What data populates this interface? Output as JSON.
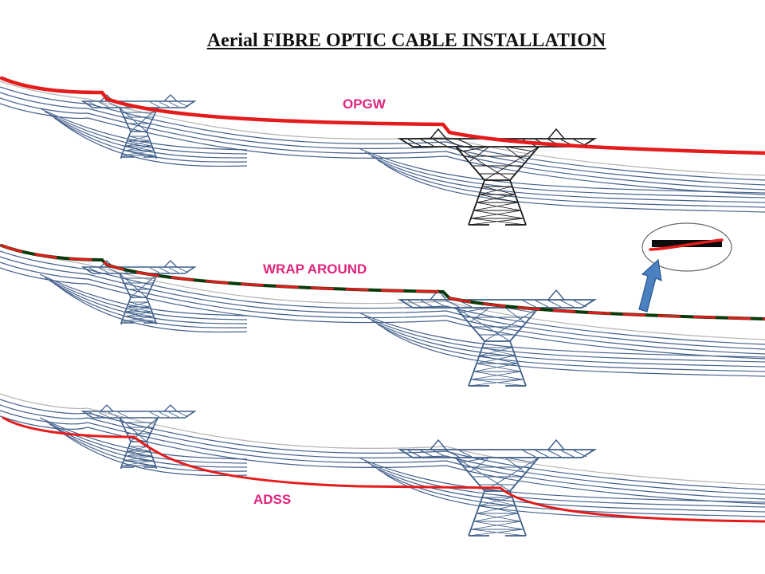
{
  "title": "Aerial FIBRE OPTIC CABLE INSTALLATION",
  "colors": {
    "tower": "#3f5f8a",
    "tower_dark": "#1a1a1a",
    "conductor": "#45618c",
    "fibre": "#e51c1c",
    "wrap_core": "#0a3a0a",
    "label": "#e0247e",
    "arrow": "#4a7fc0"
  },
  "systems": [
    {
      "label": "OPGW"
    },
    {
      "label": "WRAP AROUND"
    },
    {
      "label": "ADSS"
    }
  ]
}
